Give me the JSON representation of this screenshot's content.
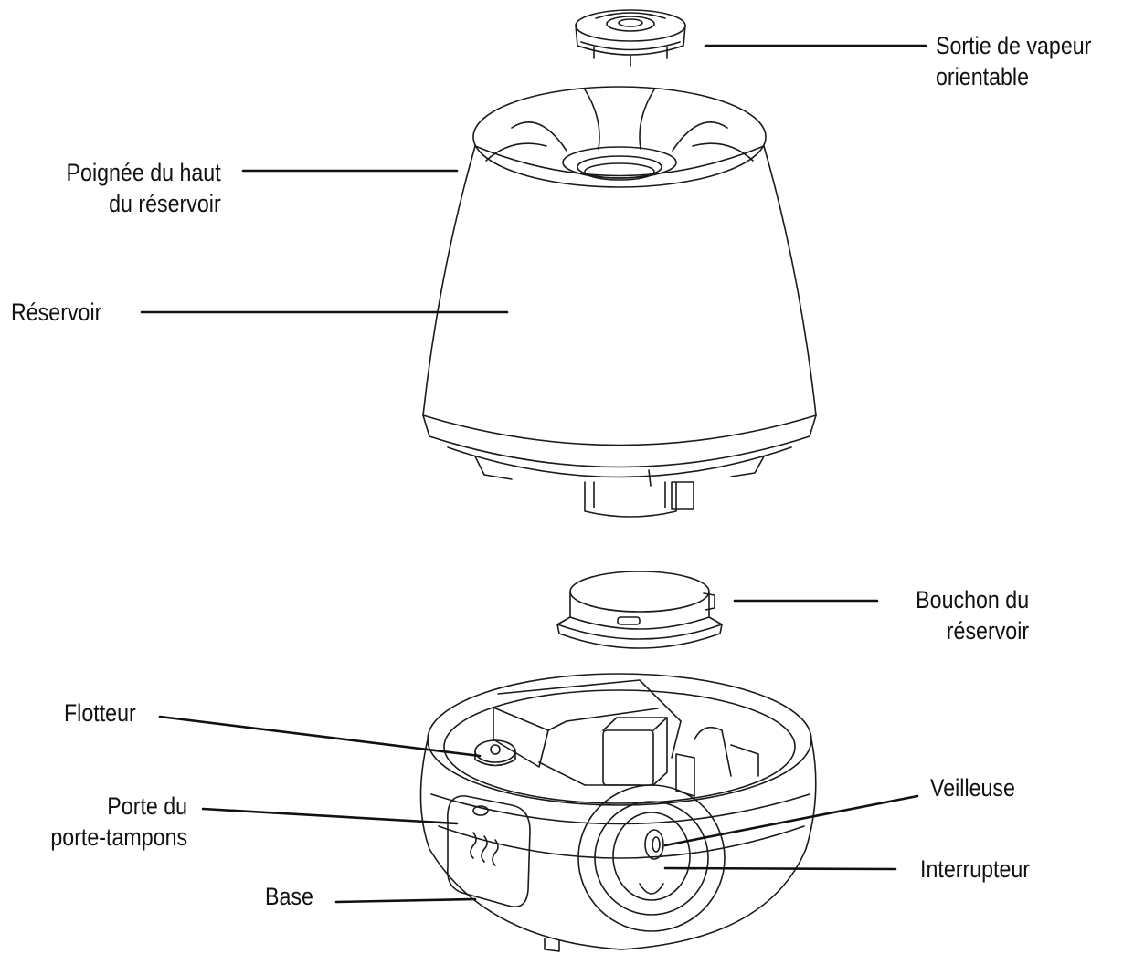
{
  "labels": {
    "steam_outlet": [
      "Sortie de vapeur",
      "orientable"
    ],
    "tank_handle": [
      "Poignée du haut",
      "du réservoir"
    ],
    "tank": [
      "Réservoir"
    ],
    "tank_cap": [
      "Bouchon du",
      "réservoir"
    ],
    "float": [
      "Flotteur"
    ],
    "pad_door": [
      "Porte du",
      "porte-tampons"
    ],
    "base": [
      "Base"
    ],
    "night_light": [
      "Veilleuse"
    ],
    "switch": [
      "Interrupteur"
    ]
  },
  "colors": {
    "ink": "#1a1a1a",
    "line": "#111111",
    "background": "#ffffff"
  }
}
